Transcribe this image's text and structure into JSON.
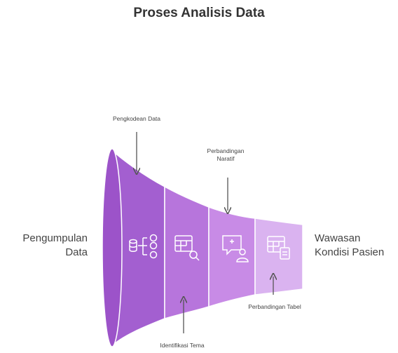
{
  "title": "Proses Analisis Data",
  "input_label": [
    "Pengumpulan",
    "Data"
  ],
  "output_label": [
    "Wawasan",
    "Kondisi Pasien"
  ],
  "stages": [
    {
      "annotation": [
        "Pengkodean Data"
      ],
      "annotation_position": "above",
      "icon": "data-hierarchy-icon",
      "color": "#a35fd0"
    },
    {
      "annotation": [
        "Identifikasi Tema"
      ],
      "annotation_position": "below",
      "icon": "table-search-icon",
      "color": "#b775dc"
    },
    {
      "annotation": [
        "Perbandingan",
        "Naratif"
      ],
      "annotation_position": "above",
      "icon": "chat-user-icon",
      "color": "#c88be6"
    },
    {
      "annotation": [
        "Perbandingan Tabel"
      ],
      "annotation_position": "below",
      "icon": "table-document-icon",
      "color": "#dab3f0"
    }
  ],
  "colors": {
    "mouth": "#9c53c9",
    "stroke": "#ffffff",
    "text": "#444444"
  }
}
